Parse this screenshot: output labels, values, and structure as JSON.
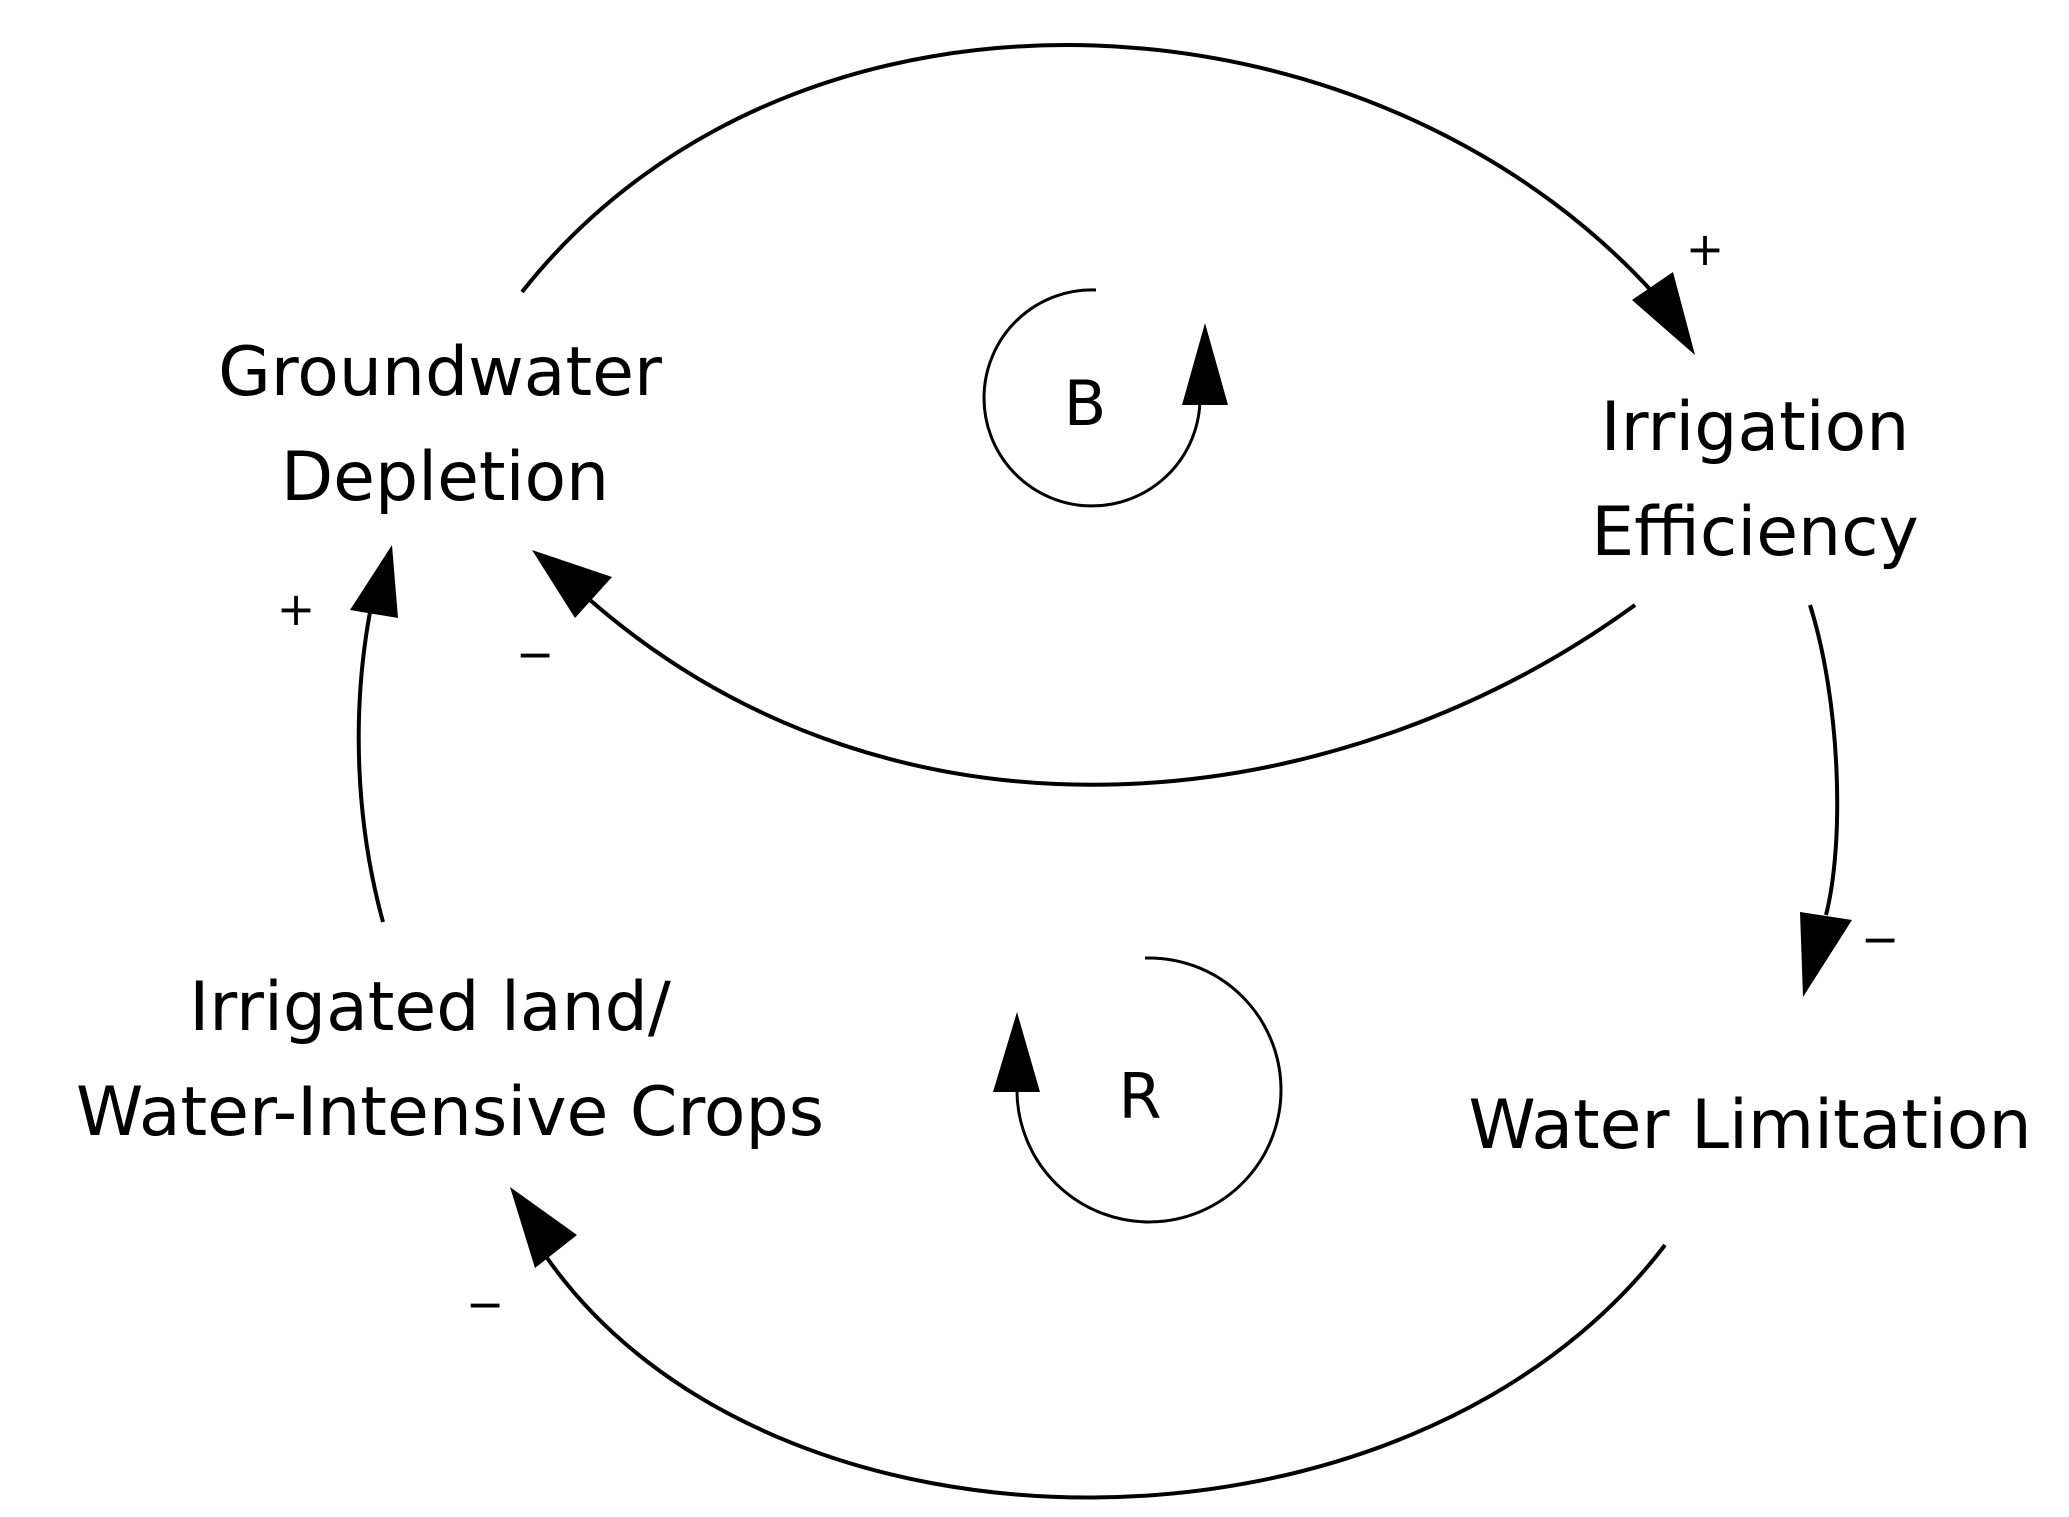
{
  "nodes": {
    "groundwater_depletion": {
      "line1": "Groundwater",
      "line2": "Depletion"
    },
    "irrigation_efficiency": {
      "line1": "Irrigation",
      "line2": "Efficiency"
    },
    "water_limitation": {
      "line1": "Water Limitation"
    },
    "irrigated_land": {
      "line1": "Irrigated land/",
      "line2": "Water-Intensive Crops"
    }
  },
  "loops": {
    "balancing": "B",
    "reinforcing": "R"
  },
  "links": [
    {
      "from": "Groundwater Depletion",
      "to": "Irrigation Efficiency",
      "polarity": "+"
    },
    {
      "from": "Irrigation Efficiency",
      "to": "Groundwater Depletion",
      "polarity": "−"
    },
    {
      "from": "Irrigation Efficiency",
      "to": "Water Limitation",
      "polarity": "−"
    },
    {
      "from": "Water Limitation",
      "to": "Irrigated land/Water-Intensive Crops",
      "polarity": "−"
    },
    {
      "from": "Irrigated land/Water-Intensive Crops",
      "to": "Groundwater Depletion",
      "polarity": "+"
    }
  ],
  "colors": {
    "stroke": "#000000",
    "background": "#ffffff"
  }
}
